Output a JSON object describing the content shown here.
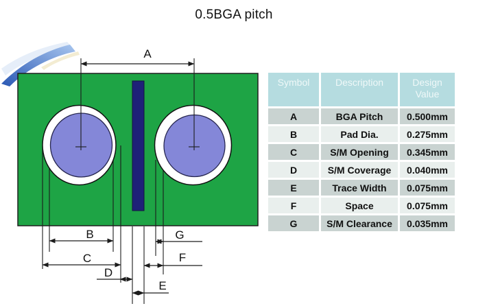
{
  "title": "0.5BGA pitch",
  "diagram": {
    "labels": {
      "A": "A",
      "B": "B",
      "C": "C",
      "D": "D",
      "E": "E",
      "F": "F",
      "G": "G"
    },
    "colors": {
      "board_green": "#1ea445",
      "pad_purple": "#8487d8",
      "trace_navy": "#1e2178",
      "sm_opening_white": "#ffffff"
    }
  },
  "table": {
    "headers": [
      "Symbol",
      "Description",
      "Design Value"
    ],
    "header_bg": "#b5dce0",
    "row_bg_odd": "#c9d3d1",
    "row_bg_even": "#e9efed",
    "rows": [
      {
        "symbol": "A",
        "description": "BGA Pitch",
        "value": "0.500mm"
      },
      {
        "symbol": "B",
        "description": "Pad Dia.",
        "value": "0.275mm"
      },
      {
        "symbol": "C",
        "description": "S/M Opening",
        "value": "0.345mm"
      },
      {
        "symbol": "D",
        "description": "S/M Coverage",
        "value": "0.040mm"
      },
      {
        "symbol": "E",
        "description": "Trace Width",
        "value": "0.075mm"
      },
      {
        "symbol": "F",
        "description": "Space",
        "value": "0.075mm"
      },
      {
        "symbol": "G",
        "description": "S/M Clearance",
        "value": "0.035mm"
      }
    ]
  }
}
